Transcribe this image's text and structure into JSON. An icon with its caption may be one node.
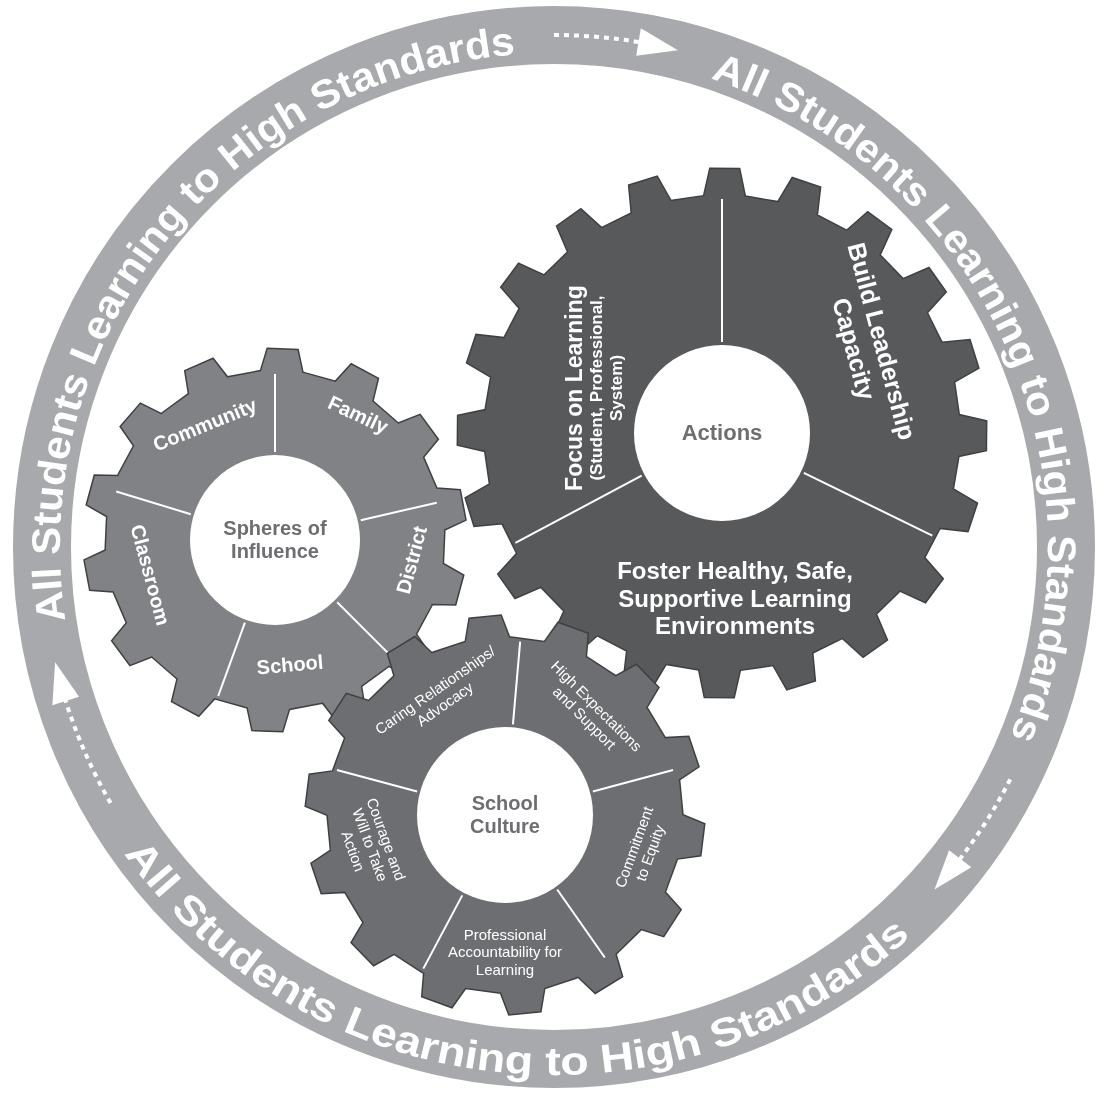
{
  "diagram": {
    "nodes": [
      {
        "text": [
          "Actions"
        ]
      },
      {
        "text": [
          "Focus on Learning",
          "(Student, Professional, System)"
        ]
      },
      {
        "text": [
          "Build Leadership Capacity"
        ]
      },
      {
        "text": [
          "Foster Healthy, Safe, Supportive Learning Environments"
        ]
      },
      {
        "text": [
          "Spheres of Influence"
        ]
      },
      {
        "text": [
          "Community"
        ]
      },
      {
        "text": [
          "Family"
        ]
      },
      {
        "text": [
          "District"
        ]
      },
      {
        "text": [
          "School"
        ]
      },
      {
        "text": [
          "Classroom"
        ]
      },
      {
        "text": [
          "School Culture"
        ]
      },
      {
        "text": [
          "Caring Relationships/ Advocacy"
        ]
      },
      {
        "text": [
          "High Expectations and Support"
        ]
      },
      {
        "text": [
          "Commitment to Equity"
        ]
      },
      {
        "text": [
          "Professional Accountability for Learning"
        ]
      },
      {
        "text": [
          "Courage and Will to Take Action"
        ]
      }
    ],
    "labels": [
      "All Students Learning to High Standards",
      "All Students Learning to High Standards",
      "All Students Learning to High Standards"
    ]
  }
}
